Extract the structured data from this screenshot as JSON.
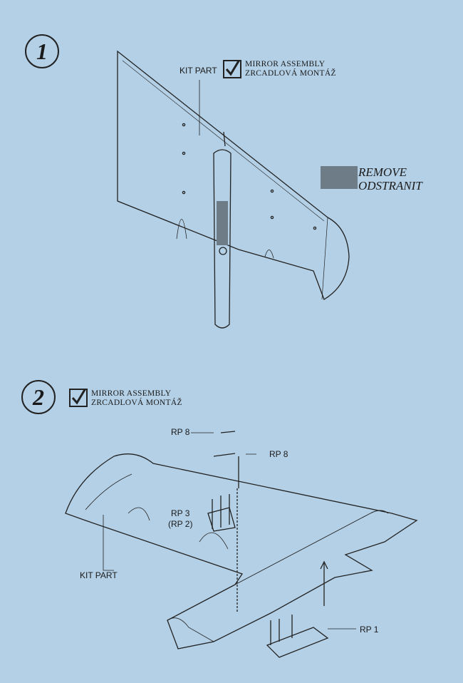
{
  "step1": {
    "number": "1",
    "kit_part_label": "KIT PART",
    "assembly_en": "MIRROR ASSEMBLY",
    "assembly_cz": "ZRCADLOVÁ MONTÁŽ",
    "legend": {
      "remove_en": "REMOVE",
      "remove_cz": "ODSTRANIT",
      "swatch_color": "#6e7c88"
    }
  },
  "step2": {
    "number": "2",
    "assembly_en": "MIRROR ASSEMBLY",
    "assembly_cz": "ZRCADLOVÁ MONTÁŽ",
    "kit_part_label": "KIT PART",
    "parts": {
      "rp8_a": "RP 8",
      "rp8_b": "RP 8",
      "rp3": "RP 3",
      "rp2": "(RP 2)",
      "rp1": "RP 1"
    }
  },
  "colors": {
    "background": "#b4d0e6",
    "ink": "#1a1a1a"
  }
}
